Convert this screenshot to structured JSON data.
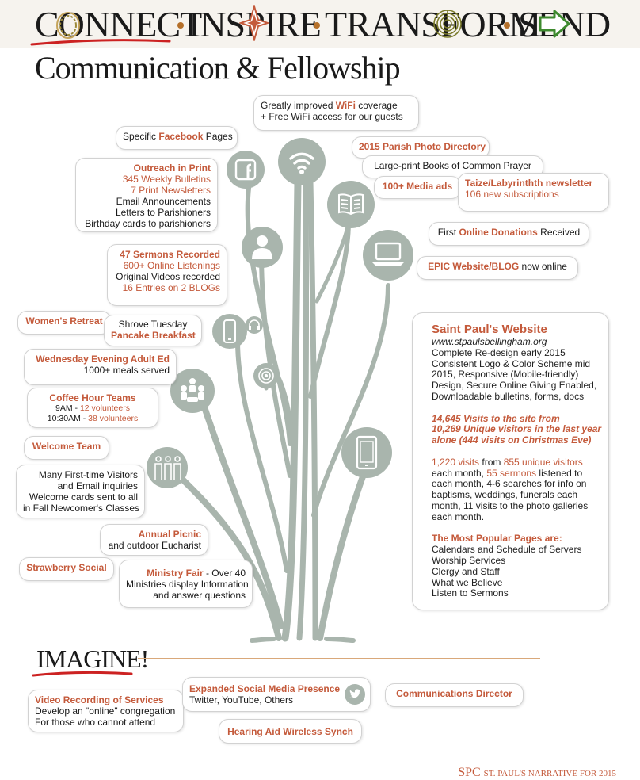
{
  "header": {
    "words": [
      "CONNECT",
      "INSPIRE",
      "TRANSFORM",
      "SEND"
    ],
    "subtitle": "Communication & Fellowship"
  },
  "colors": {
    "accent": "#c45a3b",
    "tree": "#a9b5ad",
    "underline": "#cc2222",
    "banner": "#f6f3ee"
  },
  "icons": [
    "facebook-icon",
    "wifi-icon",
    "book-icon",
    "user-icon",
    "laptop-icon",
    "phone-icon",
    "headphones-icon",
    "touch-icon",
    "group-icon",
    "people-icon",
    "tablet-icon",
    "twitter-icon"
  ],
  "bubbles": {
    "wifi": {
      "l1_pre": "Greatly improved ",
      "l1_hl": "WiFi",
      "l1_post": " coverage",
      "l2": "+ Free WiFi access for our guests"
    },
    "facebook": {
      "pre": "Specific ",
      "hl": "Facebook",
      "post": " Pages"
    },
    "photo_directory": "2015 Parish Photo Directory",
    "large_print": "Large-print Books of Common Prayer",
    "media_ads": "100+ Media ads",
    "taize": {
      "title": "Taize/Labyrinthth newsletter",
      "sub": "106 new subscriptions"
    },
    "outreach": {
      "title": "Outreach in Print",
      "l1": "345 Weekly Bulletins",
      "l2": "7 Print Newsletters",
      "l3": "Email Announcements",
      "l4": "Letters to Parishioners",
      "l5": "Birthday cards to parishioners"
    },
    "online_donations": {
      "pre": "First ",
      "hl": "Online Donations",
      "post": " Received"
    },
    "epic": {
      "hl": "EPIC Website/BLOG",
      "post": " now online"
    },
    "sermons": {
      "title": "47 Sermons Recorded",
      "l1": "600+ Online Listenings",
      "l2": "Original Videos recorded",
      "l3": "16 Entries on 2 BLOGs"
    },
    "womens_retreat": "Women's Retreat",
    "shrove": {
      "l1": "Shrove Tuesday",
      "l2": "Pancake Breakfast"
    },
    "wednesday": {
      "title": "Wednesday Evening Adult Ed",
      "l1": "1000+ meals served"
    },
    "coffee": {
      "title": "Coffee Hour Teams",
      "t1": "9AM - ",
      "v1": "12 volunteers",
      "t2": "10:30AM - ",
      "v2": "38 volunteers"
    },
    "welcome_team": "Welcome Team",
    "visitors": {
      "l1": "Many First-time Visitors",
      "l2": "and Email inquiries",
      "l3": "Welcome cards sent to all",
      "l4": "in Fall Newcomer's Classes"
    },
    "picnic": {
      "title": "Annual Picnic",
      "l1": "and outdoor Eucharist"
    },
    "strawberry": "Strawberry Social",
    "ministry": {
      "title": "Ministry Fair",
      "title_post": " - Over 40",
      "l1": "Ministries display Information",
      "l2": "and answer questions"
    }
  },
  "website": {
    "title": "Saint Paul's Website",
    "url": "www.stpaulsbellingham.org",
    "desc": [
      "Complete Re-design early 2015",
      "Consistent Logo & Color Scheme mid",
      "2015, Responsive (Mobile-friendly)",
      "Design, Secure Online Giving Enabled,",
      "Downloadable bulletins, forms, docs"
    ],
    "visits": [
      "14,645 Visits to the site from",
      "10,269 Unique visitors in the last year",
      "alone (444 visits on Christmas Eve)"
    ],
    "monthly": {
      "v1": "1,220 visits",
      "mid": " from ",
      "v2": "855 unique visitors",
      "l2": "each month, ",
      "v3": "55 sermons",
      "l2_post": " listened to",
      "rest": [
        "each month, 4-6 searches for info on",
        "baptisms, weddings, funerals each",
        "month, 11 visits to the photo galleries",
        "each month."
      ]
    },
    "popular_title": "The Most Popular Pages are:",
    "popular": [
      "Calendars and Schedule of Servers",
      "Worship Services",
      "Clergy and Staff",
      "What we Believe",
      "Listen to Sermons"
    ]
  },
  "imagine": {
    "title": "IMAGINE!",
    "video": {
      "title": "Video Recording of Services",
      "l1": "Develop an \"online\" congregation",
      "l2": "For those who cannot attend"
    },
    "social": {
      "title": "Expanded Social Media Presence",
      "l1": "Twitter, YouTube, Others"
    },
    "director": "Communications Director",
    "hearing": "Hearing Aid Wireless Synch"
  },
  "footer": {
    "logo": "SPC",
    "text": "ST. PAUL'S NARRATIVE FOR 2015"
  }
}
